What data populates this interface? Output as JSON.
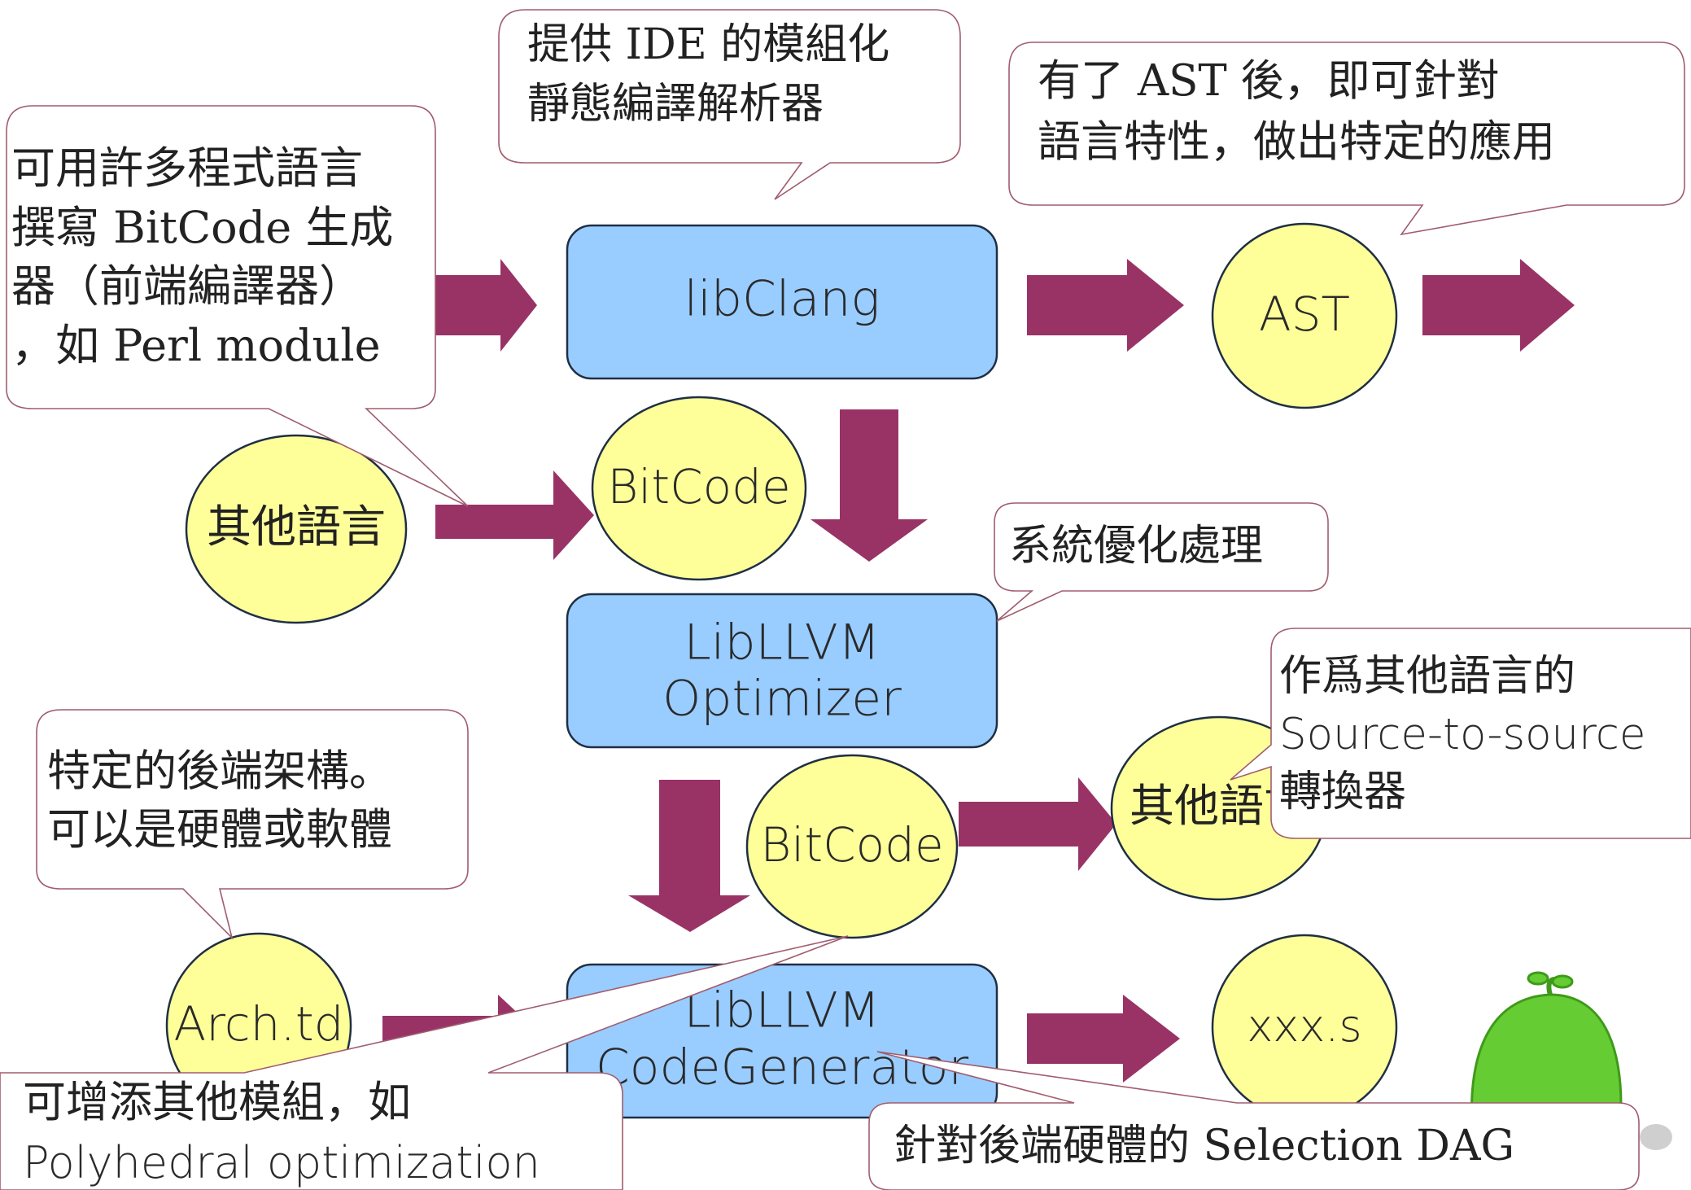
{
  "colors": {
    "process_fill": "#99ccff",
    "data_fill": "#ffff99",
    "arrow": "#993366",
    "callout_border": "#a05d6e",
    "mascot": "#66cc33"
  },
  "nodes": {
    "libclang": "libClang",
    "ast": "AST",
    "other_lang_input": "其他語言",
    "bitcode_1": "BitCode",
    "optimizer_line1": "LibLLVM",
    "optimizer_line2": "Optimizer",
    "bitcode_2": "BitCode",
    "other_lang_output": "其他語言",
    "arch_td": "Arch.td",
    "codegen_line1": "LibLLVM",
    "codegen_line2": "CodeGenerator",
    "output_s": "xxx.s"
  },
  "callouts": {
    "ide": [
      "提供 IDE 的模組化",
      "靜態編譯解析器"
    ],
    "ast_usage": [
      "有了 AST 後，即可針對",
      "語言特性，做出特定的應用"
    ],
    "frontend": [
      "可用許多程式語言",
      "撰寫 BitCode 生成",
      "器（前端編譯器）",
      "，如 Perl module"
    ],
    "optimizer": [
      "系統優化處理"
    ],
    "source_to_source": [
      "作爲其他語言的",
      "Source-to-source",
      "轉換器"
    ],
    "backend": [
      "特定的後端架構。",
      "可以是硬體或軟體"
    ],
    "modules": [
      "可增添其他模組，如",
      "Polyhedral optimization"
    ],
    "selection_dag": [
      "針對後端硬體的 Selection DAG"
    ]
  }
}
